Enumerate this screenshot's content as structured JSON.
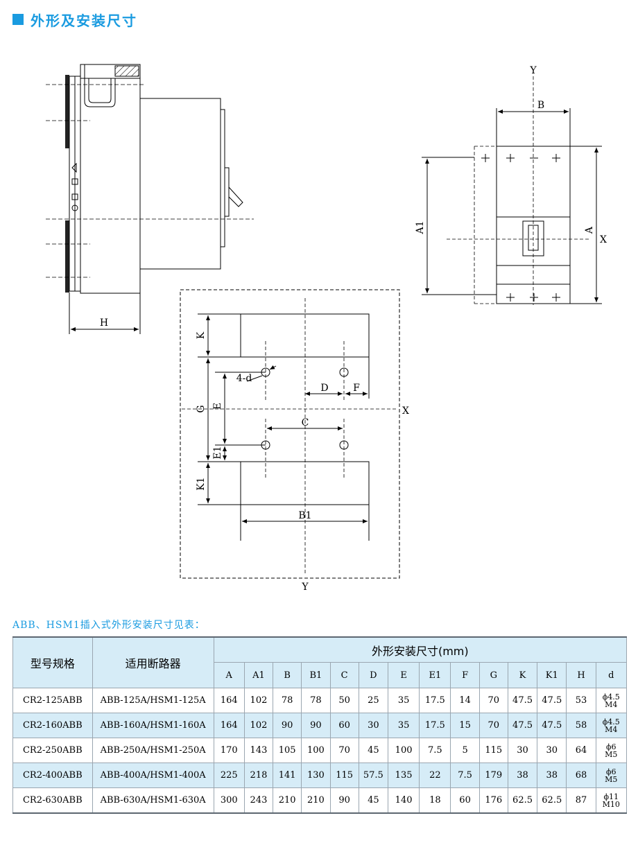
{
  "header": {
    "title": "外形及安装尺寸",
    "accent": "#1a9be0"
  },
  "drawing_labels": {
    "side_h": "H",
    "front_y_top": "Y",
    "front_b": "B",
    "front_a1": "A1",
    "front_a": "A",
    "front_x": "X",
    "plate_k": "K",
    "plate_4d": "4-d",
    "plate_d": "D",
    "plate_f": "F",
    "plate_g": "G",
    "plate_e": "E",
    "plate_x": "X",
    "plate_c": "C",
    "plate_e1": "E1",
    "plate_k1": "K1",
    "plate_b1": "B1",
    "plate_y": "Y"
  },
  "table": {
    "caption": "ABB、HSM1插入式外形安装尺寸见表：",
    "col_model": "型号规格",
    "col_breaker": "适用断路器",
    "col_dims": "外形安装尺寸(mm)",
    "dim_headers": [
      "A",
      "A1",
      "B",
      "B1",
      "C",
      "D",
      "E",
      "E1",
      "F",
      "G",
      "K",
      "K1",
      "H",
      "d"
    ],
    "rows": [
      {
        "model": "CR2-125ABB",
        "breaker": "ABB-125A/HSM1-125A",
        "values": [
          "164",
          "102",
          "78",
          "78",
          "50",
          "25",
          "35",
          "17.5",
          "14",
          "70",
          "47.5",
          "47.5",
          "53"
        ],
        "d_top": "ϕ4.5",
        "d_bottom": "M4"
      },
      {
        "model": "CR2-160ABB",
        "breaker": "ABB-160A/HSM1-160A",
        "values": [
          "164",
          "102",
          "90",
          "90",
          "60",
          "30",
          "35",
          "17.5",
          "15",
          "70",
          "47.5",
          "47.5",
          "58"
        ],
        "d_top": "ϕ4.5",
        "d_bottom": "M4"
      },
      {
        "model": "CR2-250ABB",
        "breaker": "ABB-250A/HSM1-250A",
        "values": [
          "170",
          "143",
          "105",
          "100",
          "70",
          "45",
          "100",
          "7.5",
          "5",
          "115",
          "30",
          "30",
          "64"
        ],
        "d_top": "ϕ6",
        "d_bottom": "M5"
      },
      {
        "model": "CR2-400ABB",
        "breaker": "ABB-400A/HSM1-400A",
        "values": [
          "225",
          "218",
          "141",
          "130",
          "115",
          "57.5",
          "135",
          "22",
          "7.5",
          "179",
          "38",
          "38",
          "68"
        ],
        "d_top": "ϕ6",
        "d_bottom": "M5"
      },
      {
        "model": "CR2-630ABB",
        "breaker": "ABB-630A/HSM1-630A",
        "values": [
          "300",
          "243",
          "210",
          "210",
          "90",
          "45",
          "140",
          "18",
          "60",
          "176",
          "62.5",
          "62.5",
          "87"
        ],
        "d_top": "ϕ11",
        "d_bottom": "M10"
      }
    ]
  }
}
